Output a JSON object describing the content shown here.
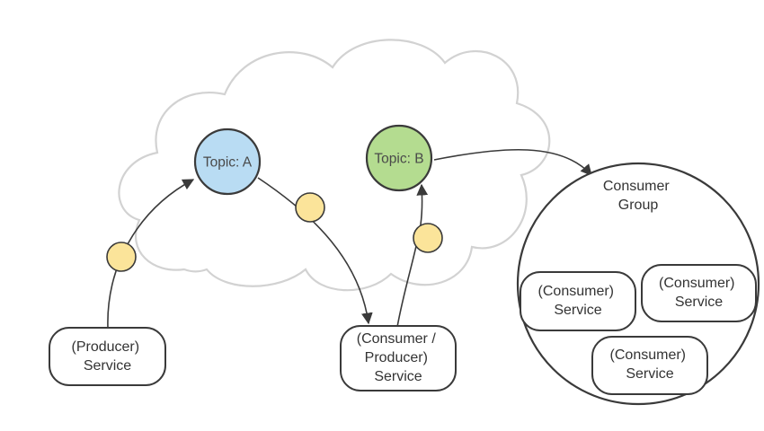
{
  "colors": {
    "topic_a": "#b9dcf3",
    "topic_b": "#b4dc90",
    "message": "#fbe49a",
    "cloud_outline": "#d2d2d2",
    "stroke": "#3a3a3a"
  },
  "topics": {
    "a": {
      "label": "Topic: A"
    },
    "b": {
      "label": "Topic: B"
    }
  },
  "services": {
    "producer": {
      "lines": [
        "(Producer)",
        "Service"
      ]
    },
    "consumer_producer": {
      "lines": [
        "(Consumer /",
        "Producer)",
        "Service"
      ]
    }
  },
  "consumer_group": {
    "title_lines": [
      "Consumer",
      "Group"
    ],
    "consumers": [
      {
        "lines": [
          "(Consumer)",
          "Service"
        ]
      },
      {
        "lines": [
          "(Consumer)",
          "Service"
        ]
      },
      {
        "lines": [
          "(Consumer)",
          "Service"
        ]
      }
    ]
  }
}
